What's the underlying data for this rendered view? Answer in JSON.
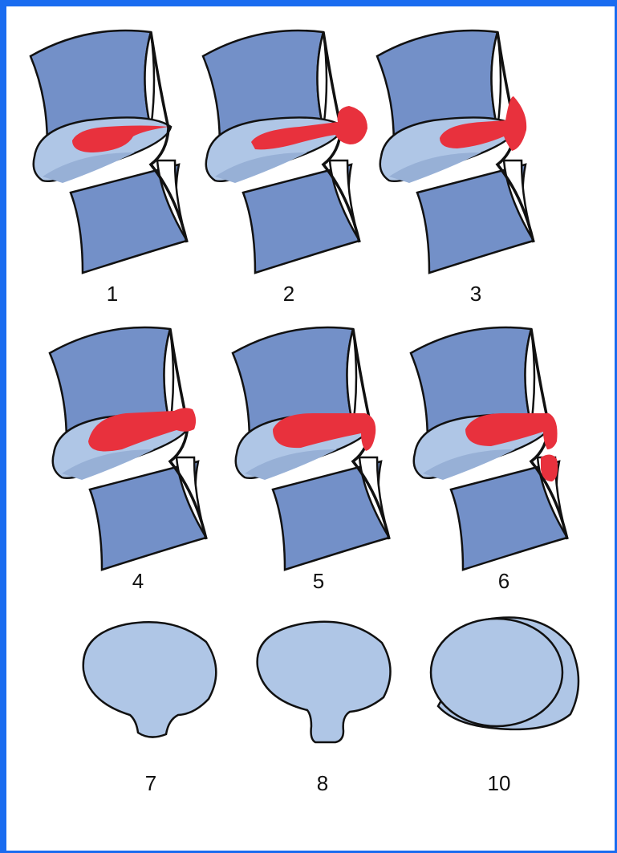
{
  "colors": {
    "frame": "#1a6cf0",
    "vertebra": "#7390c8",
    "disc": "#afc6e6",
    "disc_inner": "#97b0d6",
    "nucleus": "#e8313d",
    "outline": "#111111"
  },
  "panels": [
    {
      "label": "1",
      "icon": "contained-bulge-icon"
    },
    {
      "label": "2",
      "icon": "extruded-herniation-icon"
    },
    {
      "label": "3",
      "icon": "ligament-bulge-icon"
    },
    {
      "label": "4",
      "icon": "subligamentous-protrusion-icon"
    },
    {
      "label": "5",
      "icon": "downward-migration-icon"
    },
    {
      "label": "6",
      "icon": "sequestered-fragment-icon"
    },
    {
      "label": "7",
      "icon": "disc-axial-small-notch-icon"
    },
    {
      "label": "8",
      "icon": "disc-axial-large-notch-icon"
    },
    {
      "label": "10",
      "icon": "disc-axial-overlap-icon"
    }
  ]
}
